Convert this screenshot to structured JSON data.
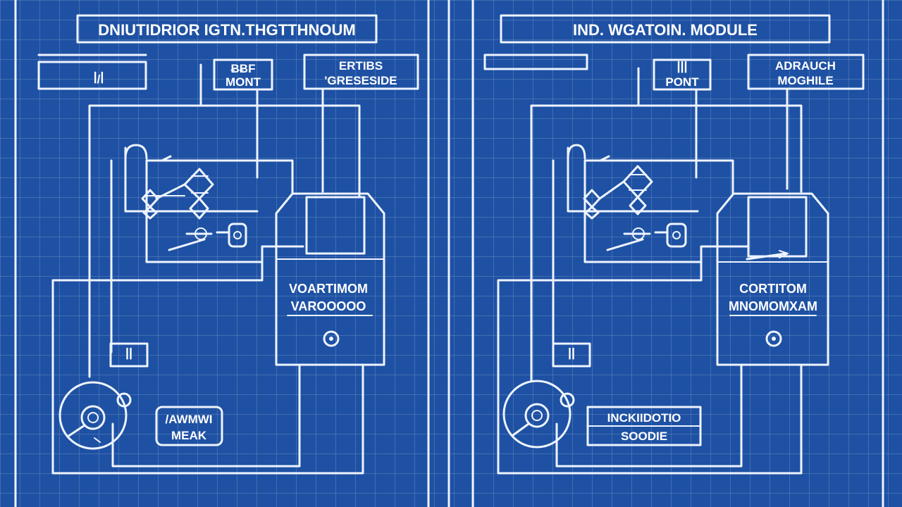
{
  "panels": [
    {
      "title": "DNIUTIDRIOR IGTN.THGTTHNOUM",
      "label_top_left": "ꟾ/ꟾ",
      "label_center": {
        "line1": "ɃɃF",
        "line2": "MONT"
      },
      "label_right": {
        "line1": "ERTIBS",
        "line2": "'GRESESIDE"
      },
      "module": {
        "line1": "VOARTIMOM",
        "line2": "VAROOOOO"
      },
      "label_small": "ꟾꟾ",
      "label_bottom": {
        "line1": "/AWMWI",
        "line2": "MEAK"
      }
    },
    {
      "title": "IND. WGATOIN. MODULE",
      "label_top_left": "",
      "label_center": {
        "line1": "ꟾꟾꟾ",
        "line2": "PONT"
      },
      "label_right": {
        "line1": "ADRAUCH",
        "line2": "MOGHILE"
      },
      "module": {
        "line1": "CORTITOM",
        "line2": "MNOMOMXAM"
      },
      "label_small": "ꟾꟾ",
      "label_bottom": {
        "line1": "INCKIIDOTIO",
        "line2": "SOODIE"
      }
    }
  ],
  "colors": {
    "background": "#1e51a3",
    "line": "#eef4ff"
  }
}
